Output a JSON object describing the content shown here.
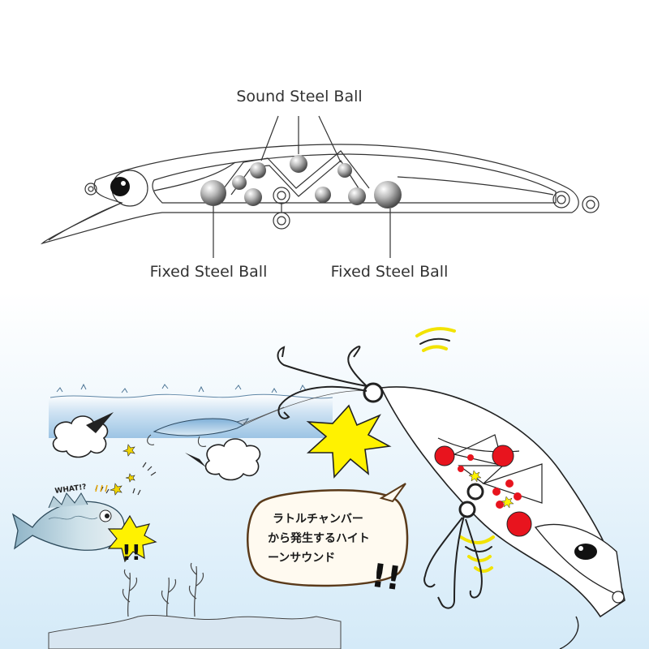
{
  "top_diagram": {
    "title_label": "Sound Steel Ball",
    "fixed_left_label": "Fixed Steel Ball",
    "fixed_right_label": "Fixed Steel Ball"
  },
  "bottom_scene": {
    "speech_bubble": {
      "line1": "ラトルチャンバー",
      "line2": "から発生するハイト",
      "line3": "ーンサウンド"
    },
    "fish_exclaim": "WHAT!?",
    "bang_marks": "!!",
    "colors": {
      "sky_gradient_top": "#ffffff",
      "sky_gradient_bottom": "#d4eaf8",
      "water": "#bcd9ef",
      "rattle_ball": "#e8141e",
      "flash": "#fff200",
      "sound_waves": "#f2e300"
    }
  }
}
